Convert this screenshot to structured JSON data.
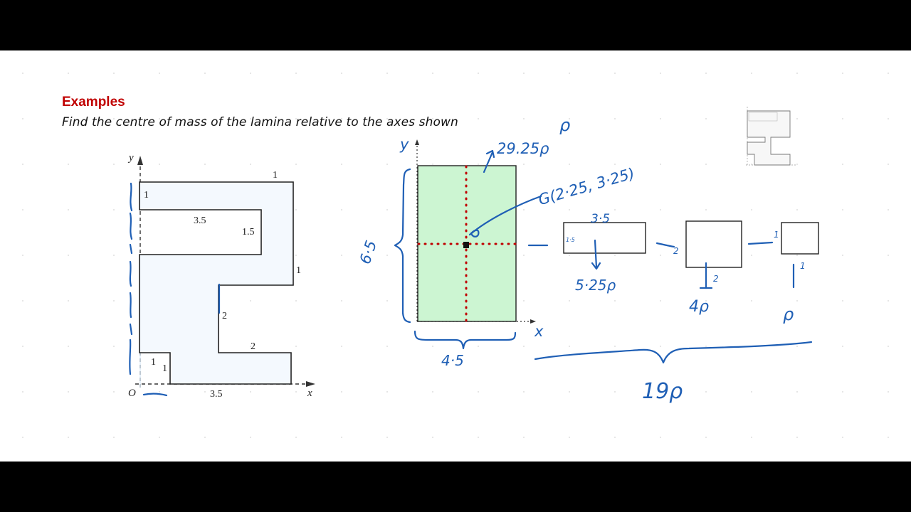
{
  "slide": {
    "heading": "Examples",
    "subtitle": "Find the centre of mass of the lamina relative to the axes shown"
  },
  "lamina_figure": {
    "origin": "O",
    "x_axis": "x",
    "y_axis": "y",
    "dimensions": [
      "1",
      "1",
      "3.5",
      "1.5",
      "1",
      "2",
      "2",
      "1",
      "1",
      "3.5"
    ]
  },
  "annotations": {
    "rect_y": "y",
    "rect_x": "x",
    "height": "6·5",
    "width": "4·5",
    "big_mass": "29.25ρ",
    "rho": "ρ",
    "centroid": "G(2·25, 3·25)",
    "rect1_width": "3·5",
    "rect1_height": "1·5",
    "rect1_mass": "5·25ρ",
    "rect2_side": "2",
    "rect2_area": "2",
    "rect2_mass": "4ρ",
    "rect3_side": "1",
    "rect3_area": "1",
    "rect3_mass": "ρ",
    "total_mass": "19ρ"
  },
  "colors": {
    "heading": "#c00000",
    "ink": "#1f5fb5",
    "rect_fill": "#ccf5d2",
    "median_dots": "#c00000"
  }
}
